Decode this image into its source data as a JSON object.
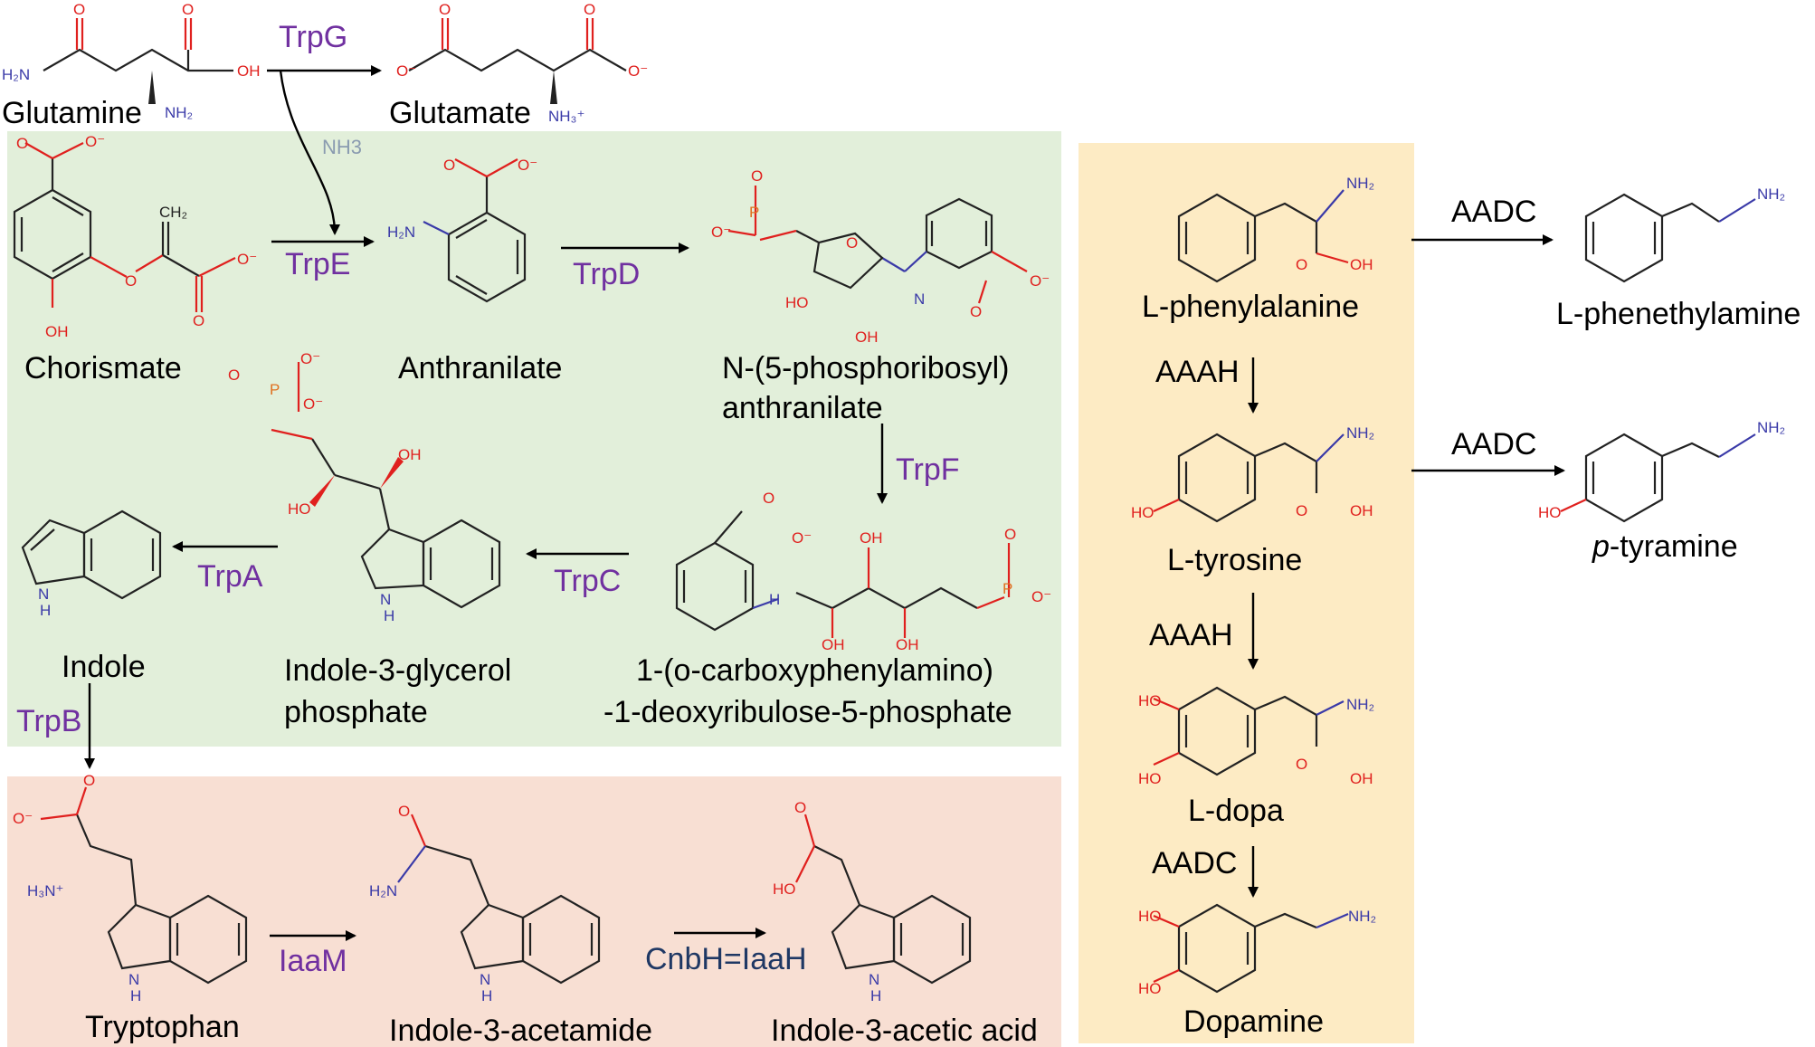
{
  "colors": {
    "green_box": "#e2efda",
    "red_box": "#f8dfd3",
    "yellow_box": "#fdebc4",
    "enzyme_purple": "#7030a0",
    "enzyme_black": "#000000",
    "enzyme_navy": "#1f3864",
    "oxygen": "#e0201e",
    "nitrogen": "#3a3aa8"
  },
  "compounds": {
    "glutamine": "Glutamine",
    "glutamate": "Glutamate",
    "chorismate": "Chorismate",
    "anthranilate": "Anthranilate",
    "prpa_1": "N-(5-phosphoribosyl)",
    "prpa_2": "anthranilate",
    "cdrp_1": "1-(o-carboxyphenylamino)",
    "cdrp_2": "-1-deoxyribulose-5-phosphate",
    "igp_1": "Indole-3-glycerol",
    "igp_2": "phosphate",
    "indole": "Indole",
    "tryptophan": "Tryptophan",
    "iam": "Indole-3-acetamide",
    "iaa": "Indole-3-acetic acid",
    "phe": "L-phenylalanine",
    "pea": "L-phenethylamine",
    "tyr": "L-tyrosine",
    "tyramine_prefix": "p",
    "tyramine_rest": "-tyramine",
    "dopa": "L-dopa",
    "dopamine": "Dopamine"
  },
  "enzymes": {
    "trpg": "TrpG",
    "trpe": "TrpE",
    "trpd": "TrpD",
    "trpf": "TrpF",
    "trpc": "TrpC",
    "trpa": "TrpA",
    "trpb": "TrpB",
    "iaam": "IaaM",
    "cnbh": "CnbH=IaaH",
    "aadc_1": "AADC",
    "aadc_2": "AADC",
    "aadc_3": "AADC",
    "aaah_1": "AAAH",
    "aaah_2": "AAAH"
  },
  "side_labels": {
    "nh3": "NH3"
  },
  "atoms": {
    "h2n": "H₂N",
    "nh2": "NH₂",
    "nh3_plus": "NH₃⁺",
    "h3n_plus": "H₃N⁺",
    "oh": "OH",
    "ho": "HO",
    "o": "O",
    "o_minus": "O⁻",
    "p": "P",
    "n": "N",
    "nh": "NH",
    "ch2": "CH₂",
    "h": "H"
  }
}
